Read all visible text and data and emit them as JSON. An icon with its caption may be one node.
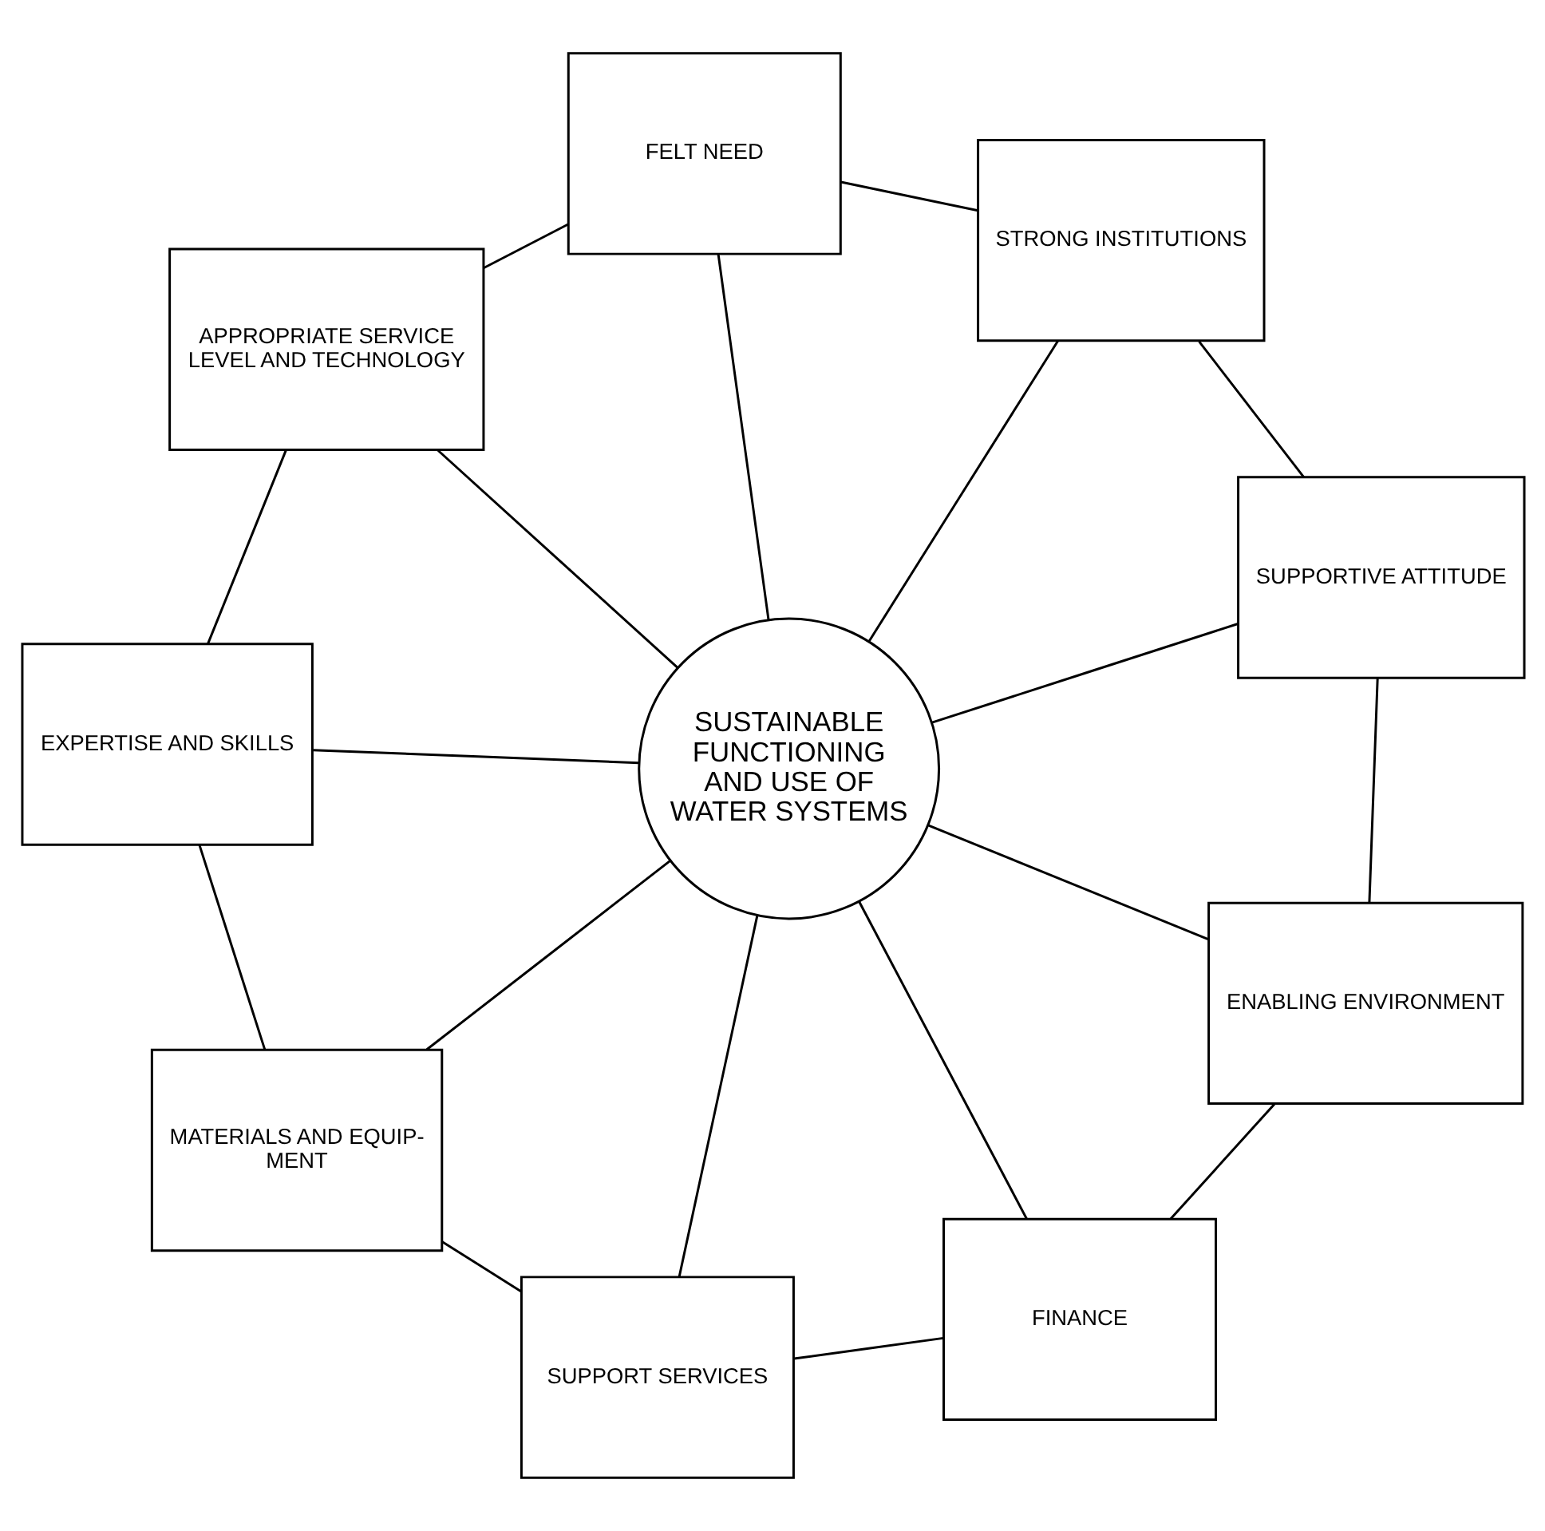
{
  "diagram": {
    "nodes": [
      {
        "text": [
          "FELT NEED"
        ]
      },
      {
        "text": [
          "APPROPRIATE SERVICE LEVEL AND TECHNOLOGY"
        ]
      },
      {
        "text": [
          "STRONG INSTITUTIONS"
        ]
      },
      {
        "text": [
          "EXPERTISE AND SKILLS"
        ]
      },
      {
        "text": [
          "SUSTAINABLE FUNCTIONING AND USE OF WATER SYSTEMS"
        ]
      },
      {
        "text": [
          "SUPPORTIVE ATTITUDE"
        ]
      },
      {
        "text": [
          "MATERIALS AND EQUIP- MENT"
        ]
      },
      {
        "text": [
          "ENABLING ENVIRONMENT"
        ]
      },
      {
        "text": [
          "FINANCE"
        ]
      },
      {
        "text": [
          "SUPPORT SERVICES"
        ]
      }
    ],
    "edges": [
      {
        "from": 0,
        "to": 1,
        "arrow": "none"
      },
      {
        "from": 0,
        "to": 2,
        "arrow": "none"
      },
      {
        "from": 0,
        "to": 4,
        "arrow": "none"
      },
      {
        "from": 1,
        "to": 3,
        "arrow": "none"
      },
      {
        "from": 1,
        "to": 4,
        "arrow": "none"
      },
      {
        "from": 2,
        "to": 4,
        "arrow": "none"
      },
      {
        "from": 3,
        "to": 4,
        "arrow": "none"
      },
      {
        "from": 2,
        "to": 5,
        "arrow": "none"
      },
      {
        "from": 3,
        "to": 6,
        "arrow": "none"
      },
      {
        "from": 5,
        "to": 4,
        "arrow": "none"
      },
      {
        "from": 6,
        "to": 4,
        "arrow": "none"
      },
      {
        "from": 5,
        "to": 7,
        "arrow": "none"
      },
      {
        "from": 6,
        "to": 9,
        "arrow": "none"
      },
      {
        "from": 7,
        "to": 4,
        "arrow": "none"
      },
      {
        "from": 8,
        "to": 4,
        "arrow": "none"
      },
      {
        "from": 9,
        "to": 4,
        "arrow": "none"
      },
      {
        "from": 7,
        "to": 8,
        "arrow": "none"
      },
      {
        "from": 8,
        "to": 9,
        "arrow": "none"
      }
    ]
  }
}
